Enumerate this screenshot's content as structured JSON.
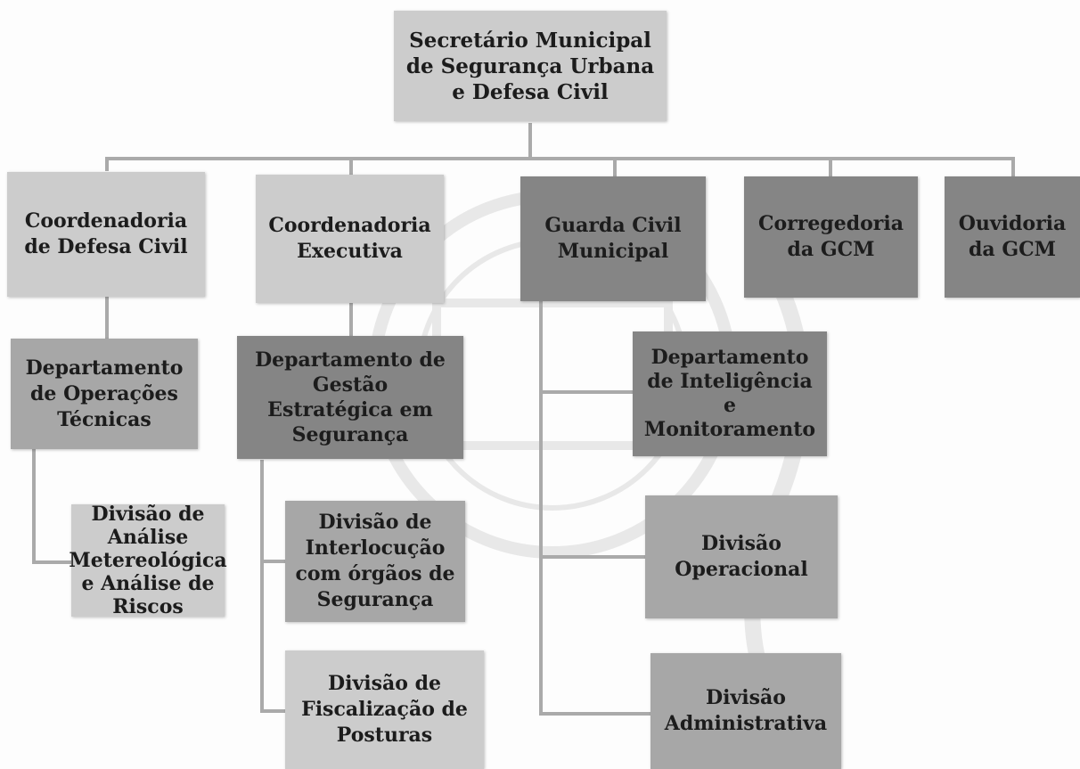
{
  "colors": {
    "light": "#cccccc",
    "medium": "#a7a7a7",
    "dark": "#858585",
    "connector": "#aaaaaa",
    "text": "#1c1c1c"
  },
  "org_chart": {
    "root": {
      "label": "Secretário Municipal\nde Segurança Urbana\ne Defesa Civil"
    },
    "coord_defesa_civil": {
      "label": "Coordenadoria\nde Defesa Civil"
    },
    "coord_executiva": {
      "label": "Coordenadoria\nExecutiva"
    },
    "guarda_civil": {
      "label": "Guarda Civil\nMunicipal"
    },
    "corregedoria": {
      "label": "Corregedoria\nda GCM"
    },
    "ouvidoria": {
      "label": "Ouvidoria\nda GCM"
    },
    "dep_operacoes": {
      "label": "Departamento\nde Operações\nTécnicas"
    },
    "div_analise": {
      "label": "Divisão de\nAnálise\nMetereológica\ne Análise de\nRiscos"
    },
    "dep_gestao": {
      "label": "Departamento de\nGestão\nEstratégica em\nSegurança"
    },
    "div_interlocucao": {
      "label": "Divisão de\nInterlocução\ncom órgãos de\nSegurança"
    },
    "div_fiscalizacao": {
      "label": "Divisão de\nFiscalização de\nPosturas"
    },
    "dep_inteligencia": {
      "label": "Departamento\nde Inteligência\ne\nMonitoramento"
    },
    "div_operacional": {
      "label": "Divisão\nOperacional"
    },
    "div_administrativa": {
      "label": "Divisão\nAdministrativa"
    }
  }
}
